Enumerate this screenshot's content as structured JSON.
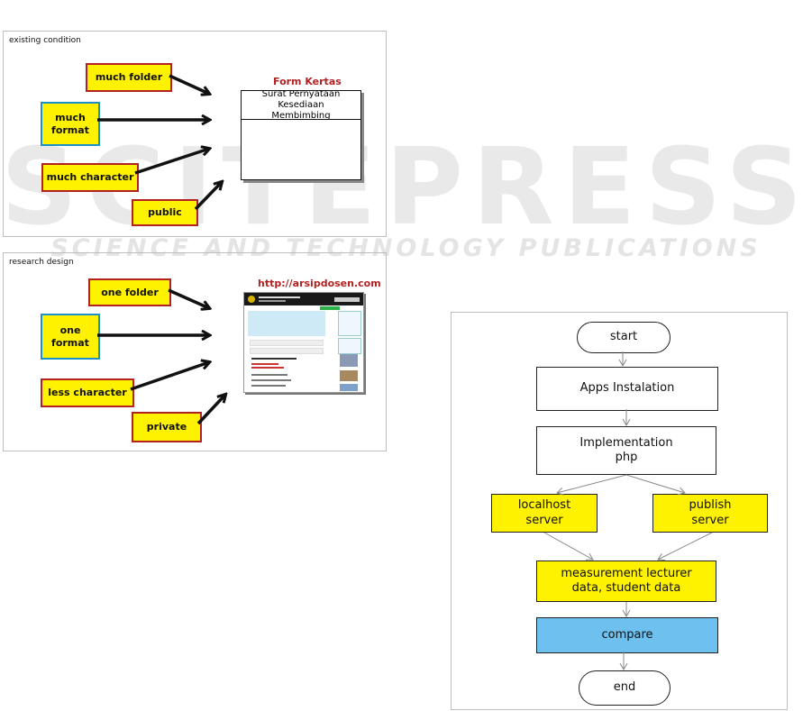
{
  "watermark": {
    "big": "SCITEPRESS",
    "small": "SCIENCE AND TECHNOLOGY PUBLICATIONS"
  },
  "existing": {
    "title": "existing condition",
    "boxes": [
      "much folder",
      "much format",
      "much character",
      "public"
    ],
    "form_title": "Form Kertas",
    "form_header": "Surat Pernyataan Kesediaan Membimbing"
  },
  "research": {
    "title": "research design",
    "boxes": [
      "one folder",
      "one format",
      "less character",
      "private"
    ],
    "site_title": "http://arsipdosen.com"
  },
  "flowchart": {
    "start": "start",
    "install": "Apps Instalation",
    "implement": "Implementation php",
    "localhost": "localhost server",
    "publish": "publish server",
    "measure": "measurement lecturer data, student data",
    "compare": "compare",
    "end": "end"
  },
  "colors": {
    "yellow": "#fff200",
    "red_border": "#b22222",
    "blue_border": "#1e90c8",
    "compare_fill": "#6ec1ee"
  }
}
